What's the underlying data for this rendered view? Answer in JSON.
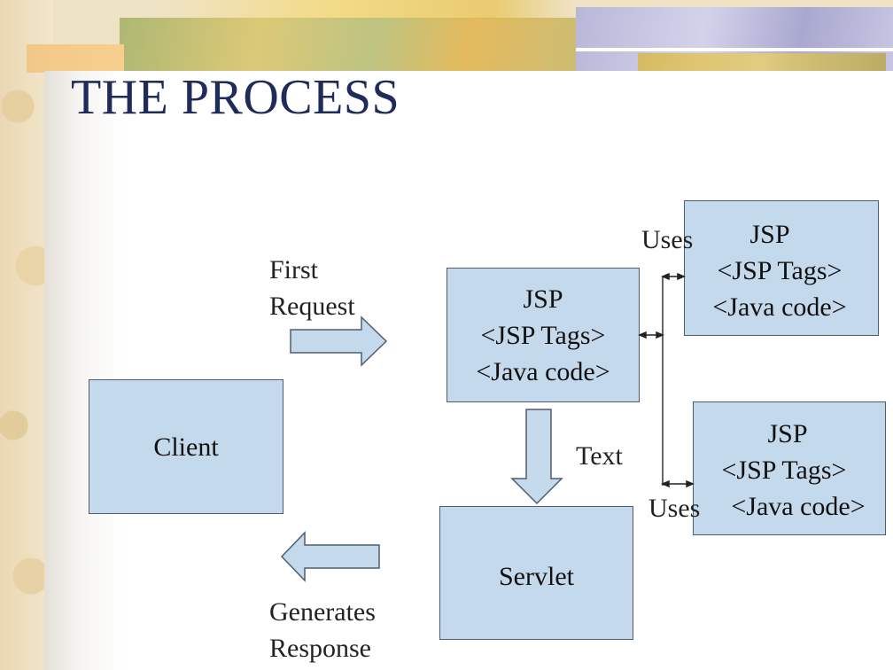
{
  "title": "THE PROCESS",
  "labels": {
    "first_request": [
      "First",
      "Request"
    ],
    "generates_response": [
      "Generates",
      "Response"
    ],
    "text": "Text",
    "uses_top": "Uses",
    "uses_bottom": "Uses"
  },
  "client": {
    "label": "Client"
  },
  "jsp_main": {
    "lines": [
      "JSP",
      "<JSP Tags>",
      "<Java code>"
    ]
  },
  "jsp_top": {
    "lines": [
      "JSP",
      "<JSP Tags>",
      "<Java code>"
    ]
  },
  "jsp_bottom": {
    "lines": [
      "JSP",
      "<JSP Tags>",
      "<Java code>"
    ]
  },
  "servlet": {
    "label": "Servlet"
  },
  "colors": {
    "box_fill": "#c5d9ec",
    "box_border": "#4d5d72",
    "title": "#1f2c5a"
  }
}
